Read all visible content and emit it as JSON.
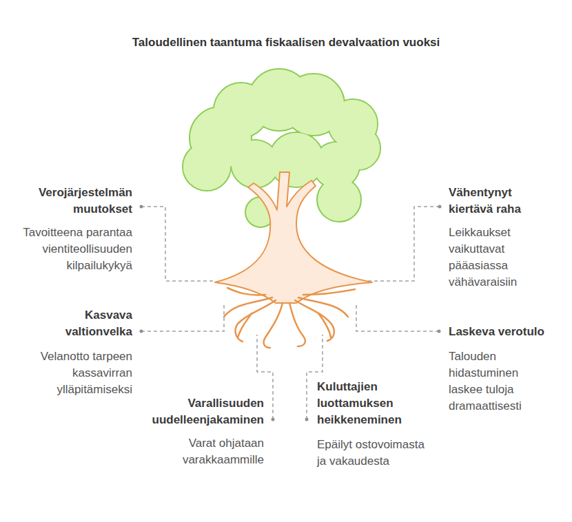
{
  "diagram": {
    "title": "Taloudellinen taantuma fiskaalisen devalvaation vuoksi",
    "labels": [
      "Verojärjestelmän muutokset",
      "Tavoitteena parantaa vientiteollisuuden kilpailukykyä",
      "Vähentynyt kiertävä raha",
      "Leikkaukset vaikuttavat pääasiassa vähävaraisiin",
      "Kasvava valtionvelka",
      "Velanotto tarpeen kassavirran ylläpitämiseksi",
      "Laskeva verotulo",
      "Talouden hidastuminen laskee tuloja dramaattisesti",
      "Varallisuuden uudelleenjakaminen",
      "Varat ohjataan varakkaammille",
      "Kuluttajien luottamuksen heikkeneminen",
      "Epäilyt ostovoimasta ja vakaudesta"
    ]
  }
}
